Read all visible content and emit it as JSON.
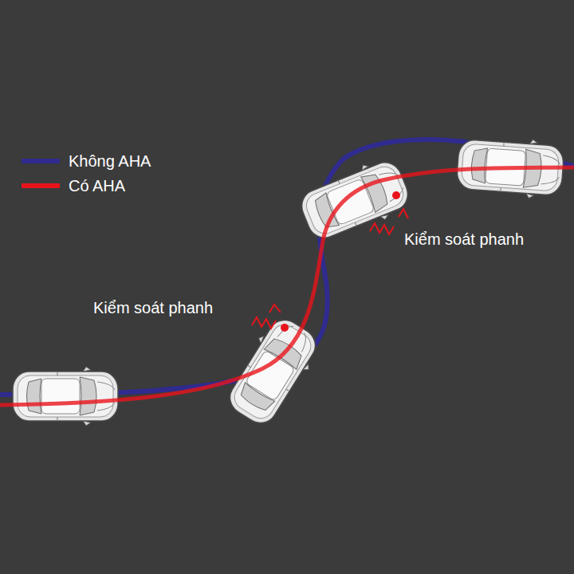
{
  "diagram": {
    "labels": [
      "Kiểm soát phanh",
      "Kiểm soát phanh"
    ],
    "legend": [
      {
        "text": "Không AHA",
        "color": "#2f2b8f"
      },
      {
        "text": "Có AHA",
        "color": "#e8141c"
      }
    ]
  }
}
